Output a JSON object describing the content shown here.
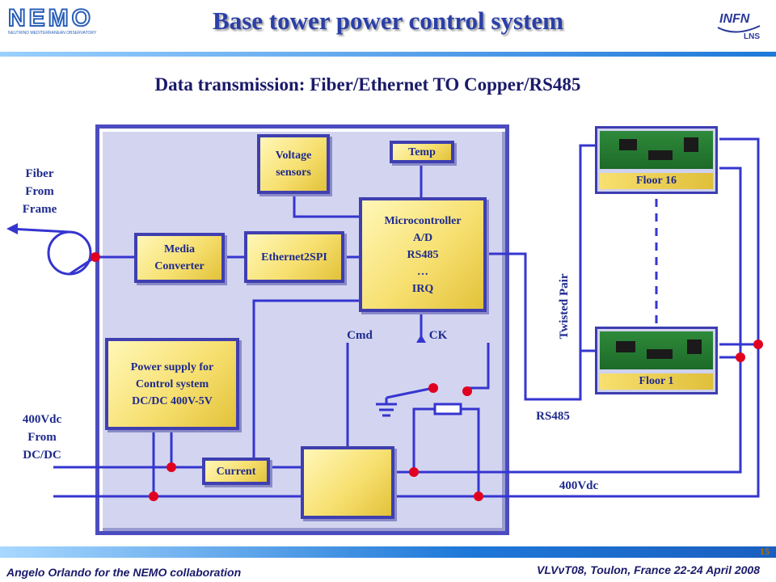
{
  "title": "Base tower power control system",
  "subtitle": "Data transmission: Fiber/Ethernet TO Copper/RS485",
  "logos": {
    "left": "NEMO",
    "left_tag": "NEUTRINO MEDITERRANEAN OBSERVATORY",
    "right": "INFN",
    "right_sub": "LNS"
  },
  "left_labels": {
    "fiber": [
      "Fiber",
      "From",
      "Frame"
    ],
    "power": [
      "400Vdc",
      "From",
      "DC/DC"
    ]
  },
  "blocks": {
    "voltage_sensors": [
      "Voltage",
      "sensors"
    ],
    "temp": "Temp",
    "microcontroller": [
      "Microcontroller",
      "A/D",
      "RS485",
      "…",
      "IRQ"
    ],
    "media_converter": [
      "Media",
      "Converter"
    ],
    "ethernet2spi": "Ethernet2SPI",
    "power_supply": [
      "Power supply for",
      "Control system",
      "DC/DC 400V-5V"
    ],
    "current": "Current"
  },
  "signals": {
    "cmd": "Cmd",
    "ck": "CK",
    "rs485": "RS485",
    "vdc": "400Vdc",
    "twisted_pair": "Twisted Pair"
  },
  "floors": {
    "top": "Floor 16",
    "bottom": "Floor 1"
  },
  "footer": {
    "left": "Angelo Orlando for the NEMO collaboration",
    "right": "VLVνT08, Toulon, France 22-24 April 2008",
    "page": "15"
  },
  "colors": {
    "wire": "#3535d0",
    "node": "#e00020",
    "accent": "#2b3fa8",
    "block_fill": "#f7e070"
  }
}
